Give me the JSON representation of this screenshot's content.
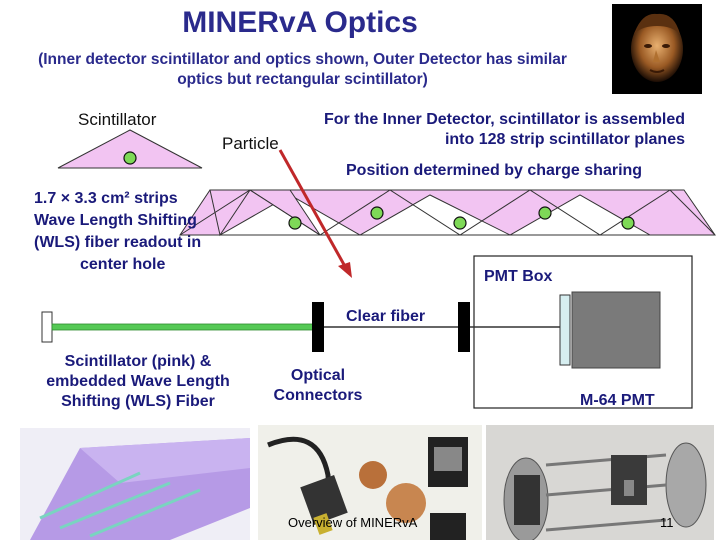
{
  "slide": {
    "title": "MINERvA Optics",
    "subtitle": "(Inner detector scintillator and optics shown, Outer Detector has similar optics but rectangular scintillator)",
    "labels": {
      "scintillator": "Scintillator",
      "particle": "Particle",
      "inner_detector_note": "For the Inner Detector, scintillator is assembled into 128 strip scintillator planes",
      "position_note": "Position determined by charge sharing",
      "strips_note_line1": "1.7 × 3.3 cm² strips",
      "strips_note_line2": "Wave Length Shifting",
      "strips_note_line3": "(WLS) fiber readout in",
      "strips_note_line4": "center hole",
      "pmt_box": "PMT Box",
      "clear_fiber": "Clear fiber",
      "scint_caption_line1": "Scintillator (pink) &",
      "scint_caption_line2": "embedded Wave Length",
      "scint_caption_line3": "Shifting (WLS) Fiber",
      "optical_line1": "Optical",
      "optical_line2": "Connectors",
      "pmt": "M-64 PMT"
    },
    "footer": {
      "text": "Overview of MINERvA",
      "page": "11"
    },
    "colors": {
      "title": "#2a2a8c",
      "scintillator_fill": "#f2c4f2",
      "fiber_dot": "#7ed957",
      "arrow": "#c0282a",
      "green_fiber": "#55c955"
    }
  }
}
